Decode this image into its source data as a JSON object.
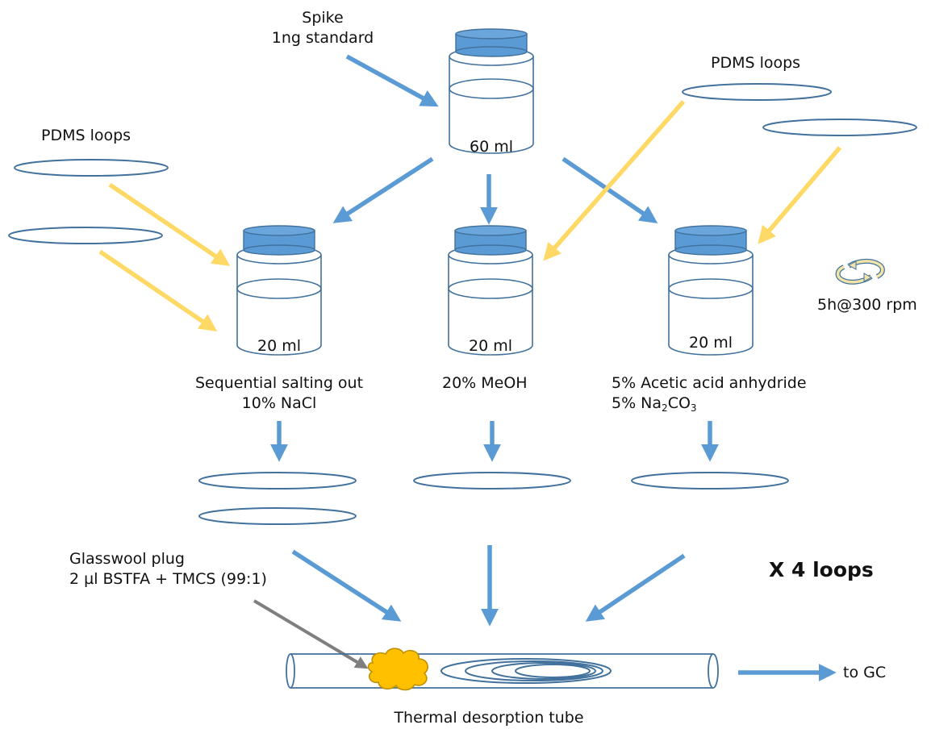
{
  "spike": {
    "line1": "Spike",
    "line2": "1ng standard"
  },
  "pdms_loops_left": "PDMS loops",
  "pdms_loops_right": "PDMS loops",
  "main_vial_volume": "60 ml",
  "vials": [
    {
      "volume": "20 ml",
      "condition1": "Sequential salting out",
      "condition2": "10% NaCl"
    },
    {
      "volume": "20 ml",
      "condition1": "20% MeOH"
    },
    {
      "volume": "20 ml",
      "condition1": "5% Acetic acid anhydride",
      "condition2_prefix": "5% Na",
      "condition2_sub1": "2",
      "condition2_mid": "CO",
      "condition2_sub2": "3"
    }
  ],
  "shaking": "5h@300 rpm",
  "glasswool": {
    "line1": "Glasswool plug",
    "line2": "2 µl BSTFA + TMCS (99:1)"
  },
  "repeat": "X 4 loops",
  "tube_label": "Thermal desorption tube",
  "output": "to GC",
  "colors": {
    "blue_arrow": "#5b9bd5",
    "yellow_arrow": "#ffd966",
    "outline": "#41719c",
    "cap": "#5b9bd5",
    "gray_arrow": "#7f7f7f",
    "plug": "#ffc000"
  }
}
